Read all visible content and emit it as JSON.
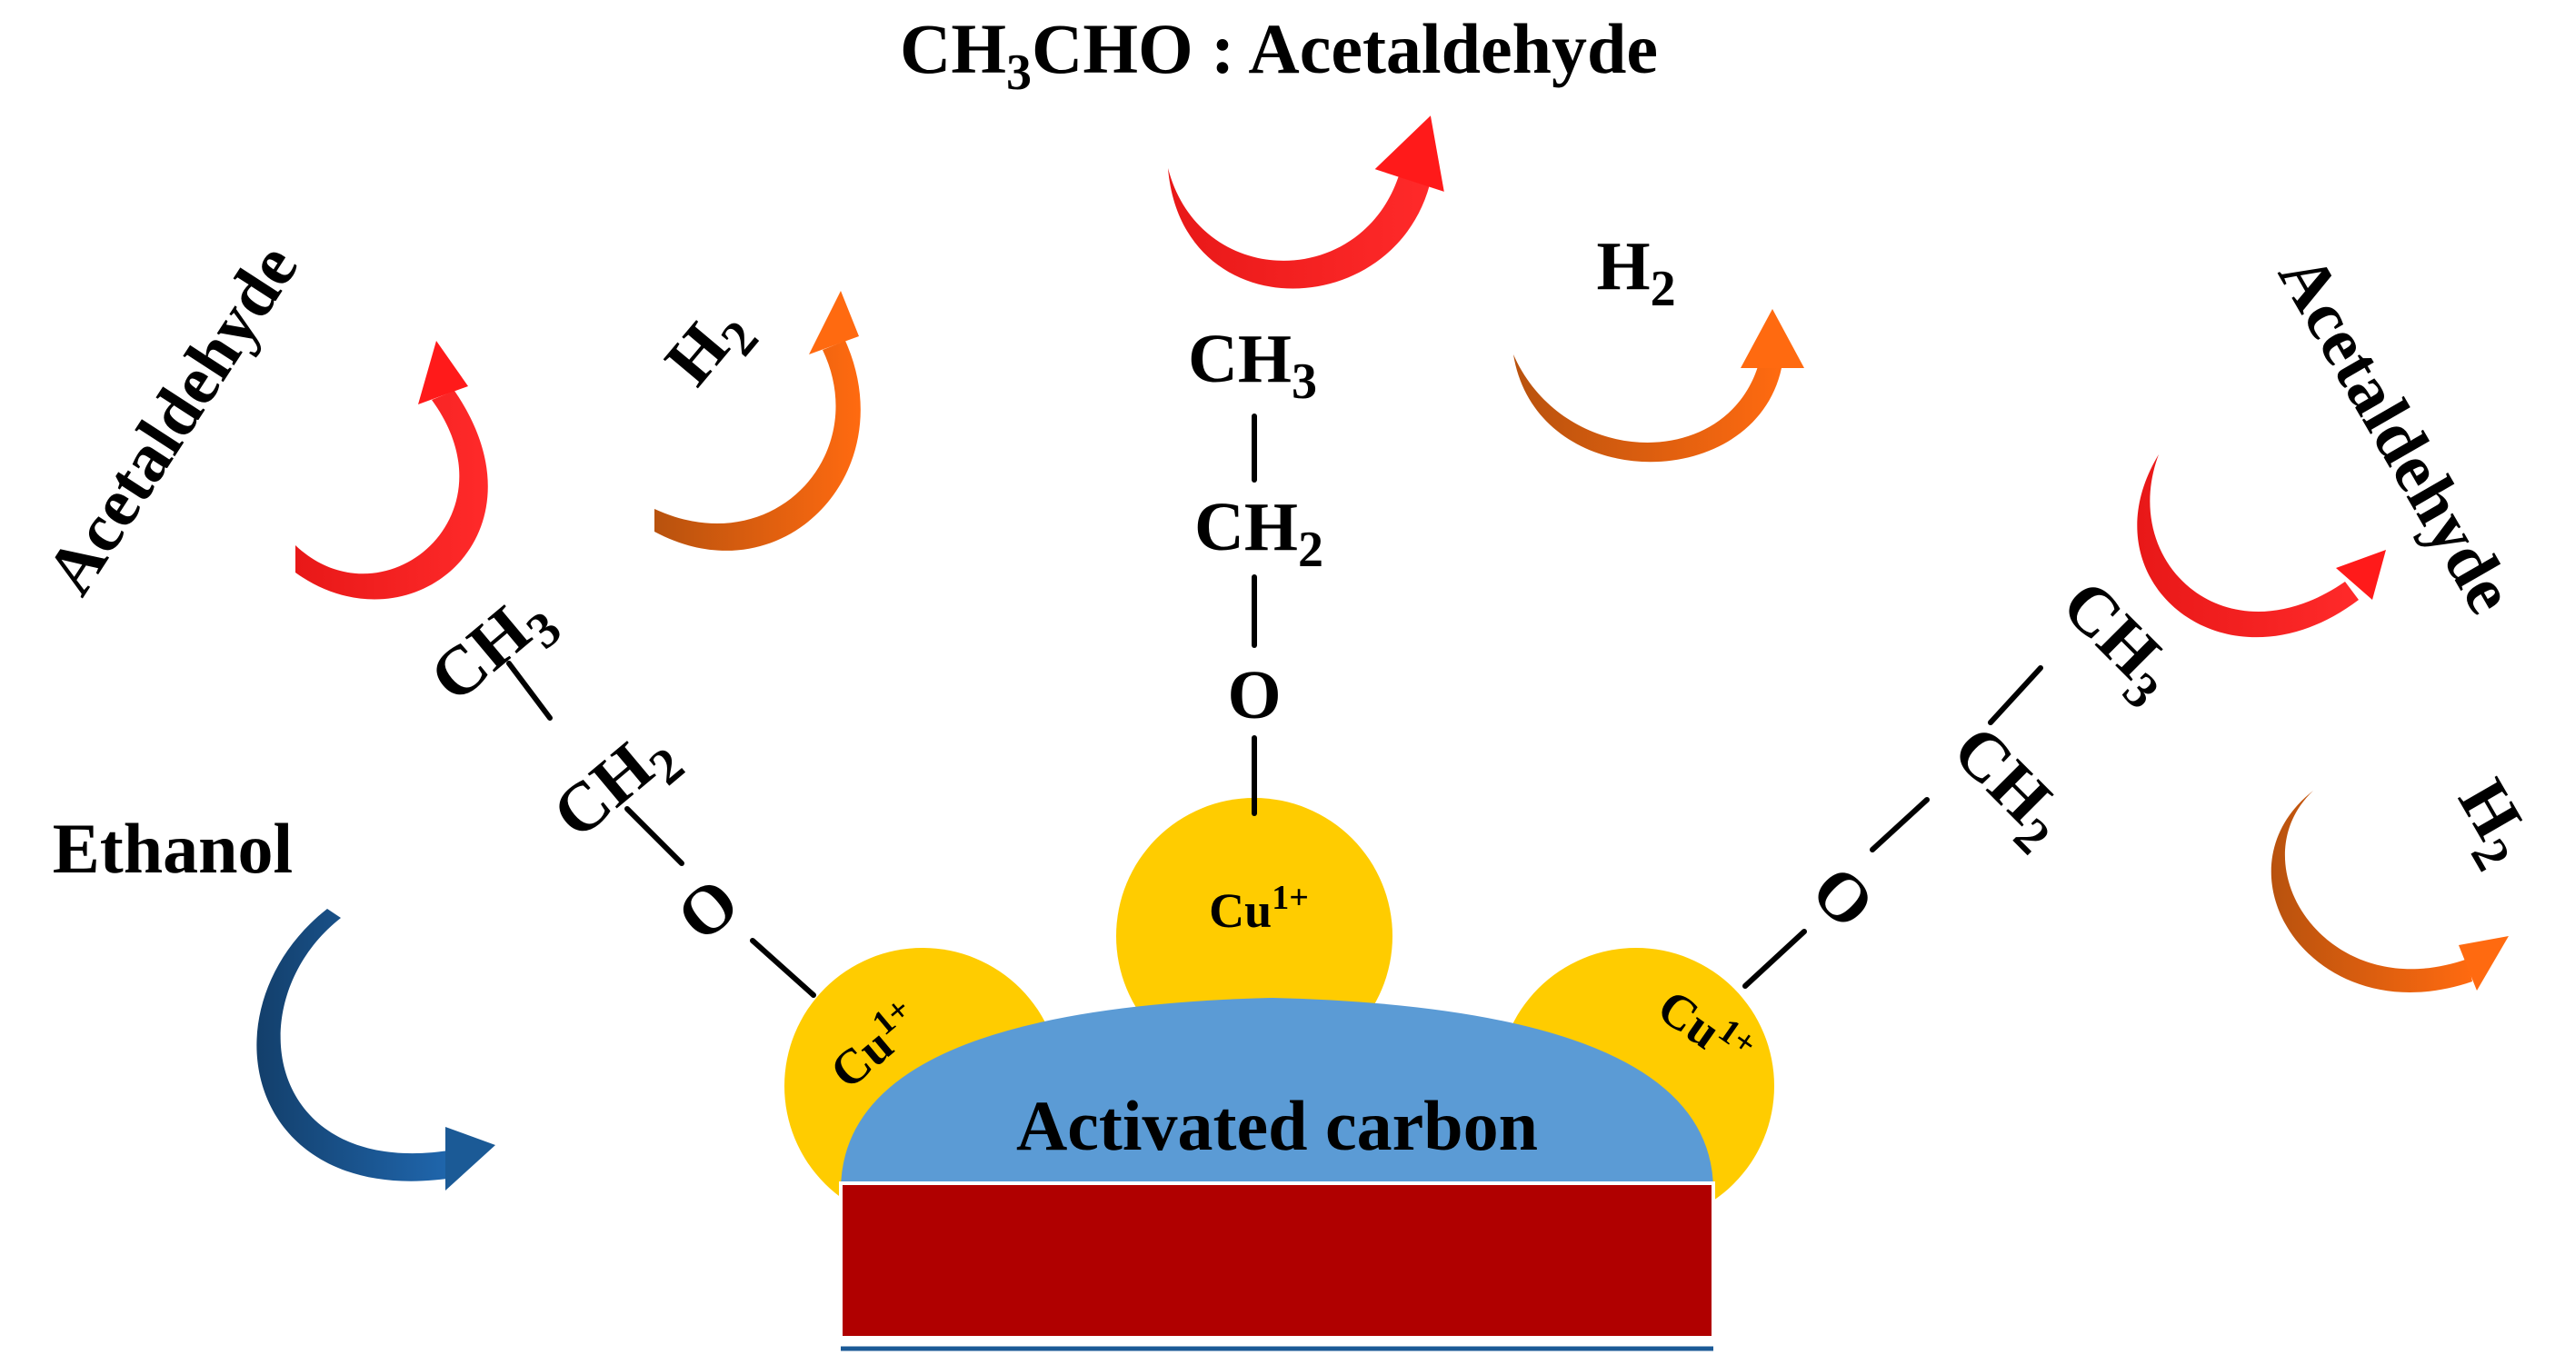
{
  "title": {
    "formula_main": "CH",
    "formula_sub": "3",
    "formula_rest": "CHO : Acetaldehyde"
  },
  "labels": {
    "ethanol": "Ethanol",
    "acetaldehyde_left": "Acetaldehyde",
    "acetaldehyde_right": "Acetaldehyde",
    "h2_main": "H",
    "h2_sub": "2"
  },
  "molecule": {
    "ch3": "CH",
    "ch3_sub": "3",
    "ch2": "CH",
    "ch2_sub": "2",
    "oxygen": "O"
  },
  "support": {
    "carbon_label": "Activated carbon",
    "cu_label": "Cu",
    "cu_charge": "1+"
  },
  "colors": {
    "acetaldehyde_arrow": "#ff1a1a",
    "h2_arrow": "#e8650f",
    "ethanol_arrow": "#1b5a96",
    "cu_particle": "#ffcc00",
    "carbon_body": "#5b9bd5",
    "substrate": "#b00000"
  }
}
